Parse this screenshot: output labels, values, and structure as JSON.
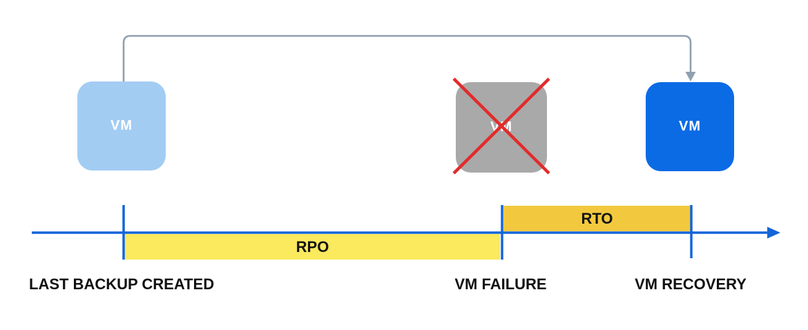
{
  "diagram": {
    "nodes": {
      "source_vm": {
        "label": "VM",
        "color": "#A3CCF3",
        "text_color": "#FFFFFF"
      },
      "failed_vm": {
        "label": "VM",
        "color": "#A9A9A9",
        "text_color": "#FFFFFF",
        "cross_color": "#E22B2B"
      },
      "recovered_vm": {
        "label": "VM",
        "color": "#0B6BE5",
        "text_color": "#FFFFFF"
      }
    },
    "connector": {
      "color": "#8FA0B0"
    },
    "timeline": {
      "axis_color": "#1565D8",
      "rpo_bar": {
        "label": "RPO",
        "color": "#FBE95E"
      },
      "rto_bar": {
        "label": "RTO",
        "color": "#F2C93E"
      },
      "milestones": [
        {
          "label": "LAST BACKUP CREATED"
        },
        {
          "label": "VM FAILURE"
        },
        {
          "label": "VM RECOVERY"
        }
      ]
    }
  }
}
